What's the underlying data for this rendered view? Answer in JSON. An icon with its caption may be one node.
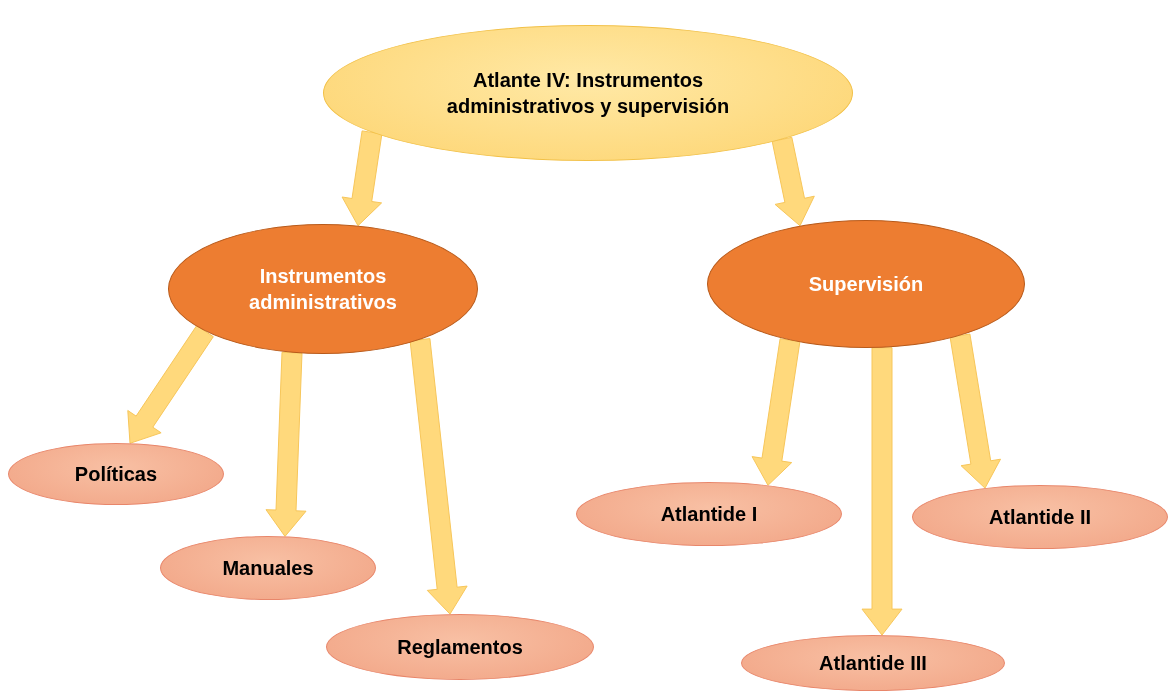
{
  "diagram": {
    "nodes": [
      {
        "text": [
          "Atlante IV: Instrumentos administrativos y supervisión"
        ]
      },
      {
        "text": [
          "Instrumentos administrativos"
        ]
      },
      {
        "text": [
          "Supervisión"
        ]
      },
      {
        "text": [
          "Políticas"
        ]
      },
      {
        "text": [
          "Manuales"
        ]
      },
      {
        "text": [
          "Reglamentos"
        ]
      },
      {
        "text": [
          "Atlantide I"
        ]
      },
      {
        "text": [
          "Atlantide II"
        ]
      },
      {
        "text": [
          "Atlantide III"
        ]
      }
    ],
    "edges": [
      {
        "from": 0,
        "to": 1,
        "arrow": "to",
        "style": "thick"
      },
      {
        "from": 0,
        "to": 2,
        "arrow": "to",
        "style": "thick"
      },
      {
        "from": 1,
        "to": 3,
        "arrow": "to",
        "style": "thick"
      },
      {
        "from": 1,
        "to": 4,
        "arrow": "to",
        "style": "thick"
      },
      {
        "from": 1,
        "to": 5,
        "arrow": "to",
        "style": "thick"
      },
      {
        "from": 2,
        "to": 6,
        "arrow": "to",
        "style": "thick"
      },
      {
        "from": 2,
        "to": 8,
        "arrow": "to",
        "style": "thick"
      },
      {
        "from": 2,
        "to": 7,
        "arrow": "to",
        "style": "thick"
      }
    ]
  }
}
